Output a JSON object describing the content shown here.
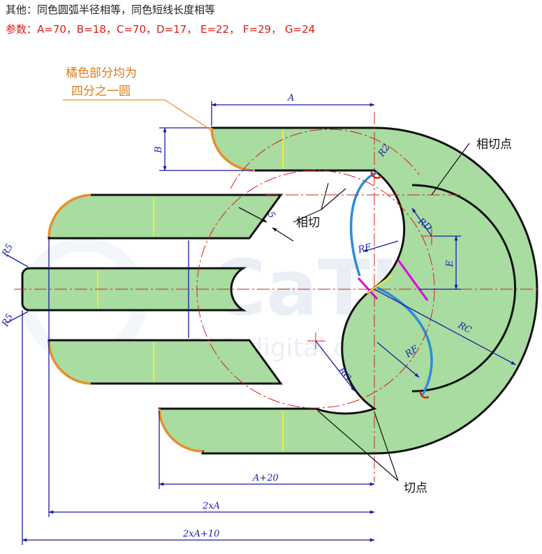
{
  "header": {
    "line1": "其他：同色圆弧半径相等，同色短线长度相等",
    "line2": "参数：A=70，B=18，C=70，D=17，  E=22，  F=29，  G=24"
  },
  "notes": {
    "orange_line1": "橘色部分均为",
    "orange_line2": "四分之一圆",
    "tangent_point_top": "相切点",
    "tangent": "相切",
    "tangent_points_bottom": "切点"
  },
  "dimensions": {
    "A": "A",
    "B": "B",
    "E": "E",
    "five": "5",
    "R2": "R2",
    "RD": "RD",
    "RF_upper": "RF",
    "RF_lower": "RF",
    "RC": "RC",
    "RG": "RG",
    "R5_top": "R5",
    "R5_bottom": "R5",
    "A_plus_20": "A+20",
    "two_x_A": "2xA",
    "two_x_A_plus_10": "2xA+10"
  },
  "watermark": {
    "brand": "CaTICs",
    "tagline": "CAD digital competition"
  },
  "colors": {
    "fill_green": "#a8dca0",
    "outline": "#111111",
    "dimension_blue": "#1a1aa8",
    "center_red": "#d42020",
    "orange_arc": "#e8902a",
    "blue_arc": "#2b8cd8",
    "magenta_line": "#e000e0",
    "yellow_line": "#f2ea3a",
    "header_red": "#d81b1b"
  }
}
